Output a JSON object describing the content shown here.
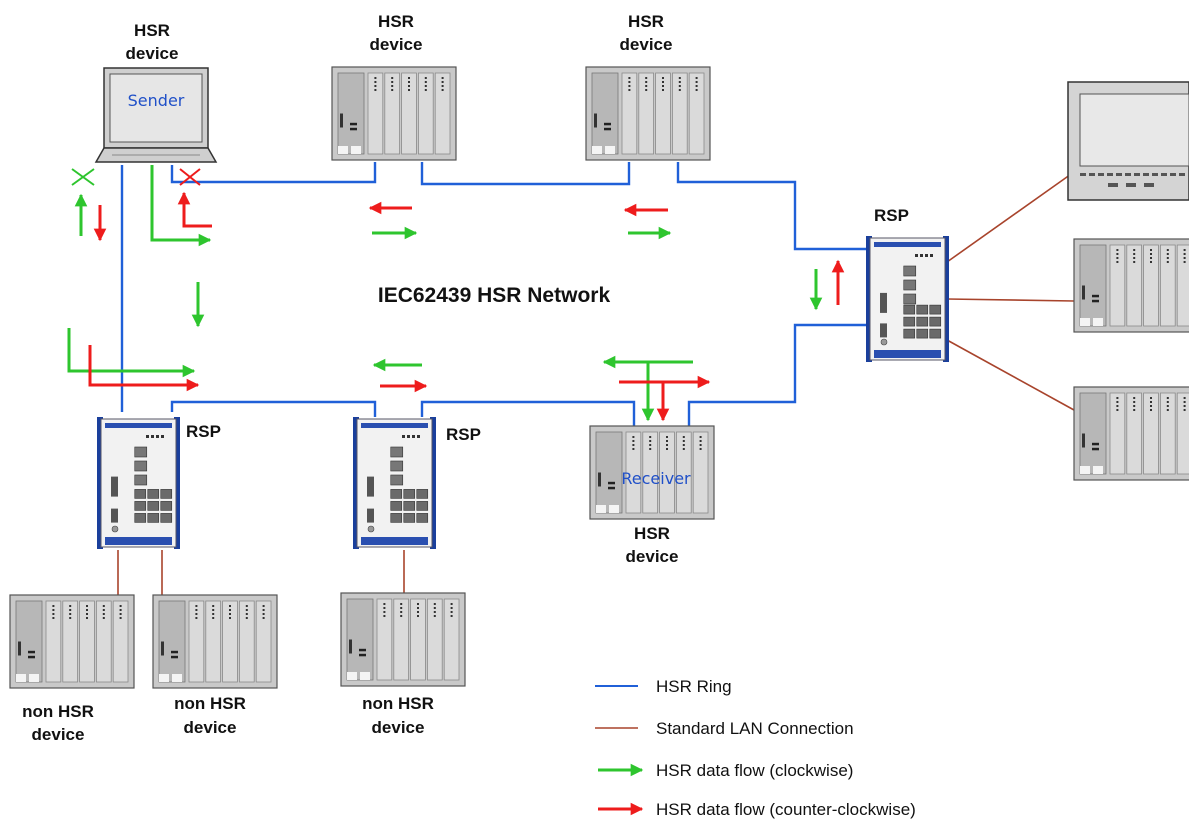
{
  "title": "IEC62439 HSR Network",
  "devices": {
    "hsr_device_label": [
      "HSR",
      "device"
    ],
    "non_hsr_label": [
      "non HSR",
      "device"
    ],
    "rsp_label": "RSP",
    "sender_text": "Sender",
    "receiver_text": "Receiver"
  },
  "legend": {
    "hsr_ring": "HSR Ring",
    "standard_lan": "Standard LAN Connection",
    "cw": "HSR data flow (clockwise)",
    "ccw": "HSR data flow (counter-clockwise)"
  },
  "colors": {
    "ring": "#2060d8",
    "lan": "#a8442c",
    "clockwise": "#2ec52e",
    "counter_clockwise": "#ee1c1c",
    "rsp_blue": "#1a3f9c"
  }
}
